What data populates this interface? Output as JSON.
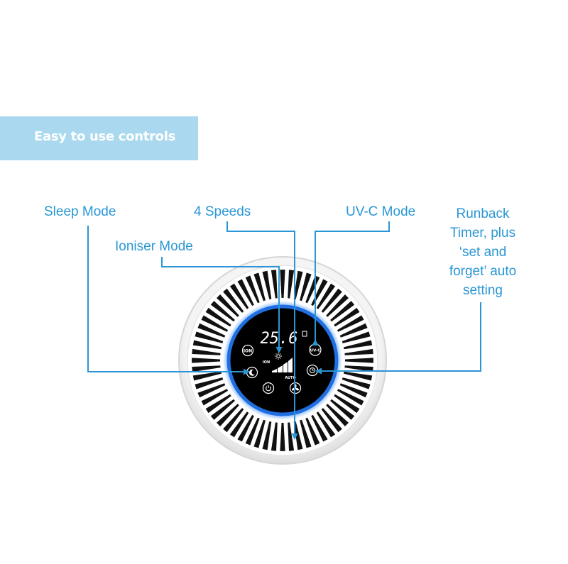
{
  "banner": {
    "title": "Easy to use controls"
  },
  "labels": {
    "sleep_mode": "Sleep Mode",
    "speeds": "4 Speeds",
    "uvc_mode": "UV-C Mode",
    "ioniser_mode": "Ioniser Mode",
    "timer_line1": "Runback",
    "timer_line2": "Timer, plus",
    "timer_line3": "‘set and",
    "timer_line4": "forget’ auto",
    "timer_line5": "setting"
  },
  "display": {
    "temperature": "25.6",
    "ion_button": "ION",
    "ion_indicator": "ION",
    "uvc_button": "UV-C",
    "auto_label": "AUTO"
  },
  "colors": {
    "accent": "#2a97d4",
    "banner": "#a9d8ef",
    "ring": "#1f6fe0",
    "panel": "#000000"
  }
}
